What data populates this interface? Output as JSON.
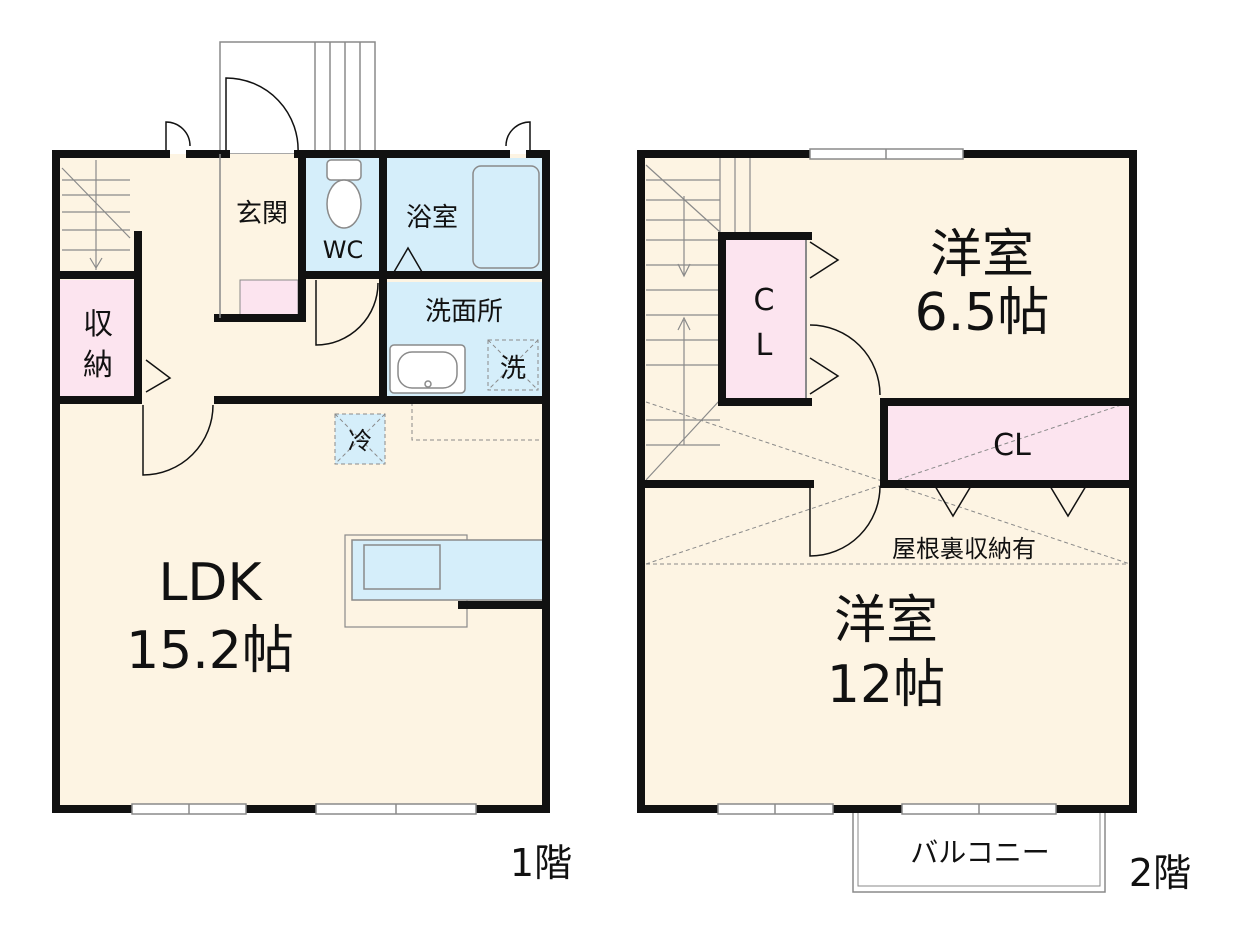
{
  "colors": {
    "wall": "#111111",
    "room_beige": "#fdf4e3",
    "wet_blue": "#d5eefa",
    "storage_pink": "#fce4ef",
    "stair_fill": "#fdf4e3",
    "line_gray": "#8a8a8a"
  },
  "floor1": {
    "title": "1階",
    "rooms": {
      "genkan": "玄関",
      "wc": "WC",
      "bath": "浴室",
      "washroom": "洗面所",
      "storage_1": "収",
      "storage_2": "納",
      "washer": "洗",
      "fridge": "冷",
      "ldk_name": "LDK",
      "ldk_size": "15.2帖"
    }
  },
  "floor2": {
    "title": "2階",
    "rooms": {
      "room_a_name": "洋室",
      "room_a_size": "6.5帖",
      "closet_v_1": "C",
      "closet_v_2": "L",
      "closet_h": "CL",
      "attic": "屋根裏収納有",
      "room_b_name": "洋室",
      "room_b_size": "12帖",
      "balcony": "バルコニー"
    }
  }
}
